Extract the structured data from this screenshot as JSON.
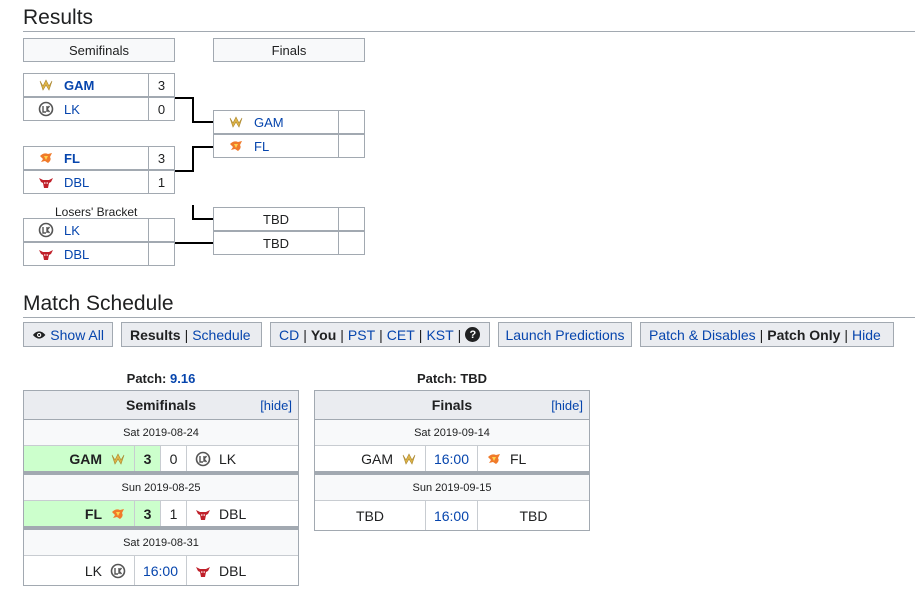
{
  "results": {
    "heading": "Results",
    "round_semis": "Semifinals",
    "round_finals": "Finals",
    "losers_label": "Losers' Bracket",
    "semi1": {
      "team1": "GAM",
      "score1": "3",
      "team2": "LK",
      "score2": "0"
    },
    "semi2": {
      "team1": "FL",
      "score1": "3",
      "team2": "DBL",
      "score2": "1"
    },
    "losers": {
      "team1": "LK",
      "team2": "DBL"
    },
    "final1": {
      "team1": "GAM",
      "team2": "FL"
    },
    "final2": {
      "team1": "TBD",
      "team2": "TBD"
    }
  },
  "schedule": {
    "heading": "Match Schedule",
    "toolbar": {
      "show_all": "Show All",
      "results": "Results",
      "schedule": "Schedule",
      "tz_cd": "CD",
      "tz_you": "You",
      "tz_pst": "PST",
      "tz_cet": "CET",
      "tz_kst": "KST",
      "sep": "|",
      "help": "?",
      "launch_predictions": "Launch Predictions",
      "patch_disables": "Patch & Disables",
      "patch_only": "Patch Only",
      "hide": "Hide"
    },
    "left": {
      "patch_label": "Patch:",
      "patch_value": "9.16",
      "title": "Semifinals",
      "hide": "[hide]",
      "days": [
        {
          "date": "Sat 2019-08-24",
          "team1": "GAM",
          "score1": "3",
          "score2": "0",
          "team2": "LK"
        },
        {
          "date": "Sun 2019-08-25",
          "team1": "FL",
          "score1": "3",
          "score2": "1",
          "team2": "DBL"
        },
        {
          "date": "Sat 2019-08-31",
          "team1": "LK",
          "time": "16:00",
          "team2": "DBL"
        }
      ]
    },
    "right": {
      "patch_label": "Patch:",
      "patch_value": "TBD",
      "title": "Finals",
      "hide": "[hide]",
      "days": [
        {
          "date": "Sat 2019-09-14",
          "team1": "GAM",
          "time": "16:00",
          "team2": "FL"
        },
        {
          "date": "Sun 2019-09-15",
          "team1": "TBD",
          "time": "16:00",
          "team2": "TBD"
        }
      ]
    }
  },
  "colors": {
    "link": "#0645ad",
    "win_bg": "#ccffcc",
    "header_bg": "#eaecf0",
    "gam_logo": "#e0b64a",
    "fl_logo": "#f07a2a",
    "dbl_logo": "#c0202a",
    "lk_logo": "#555555"
  },
  "icons": [
    "gam-logo-icon",
    "lk-logo-icon",
    "fl-logo-icon",
    "dbl-logo-icon",
    "eye-icon",
    "help-icon"
  ]
}
